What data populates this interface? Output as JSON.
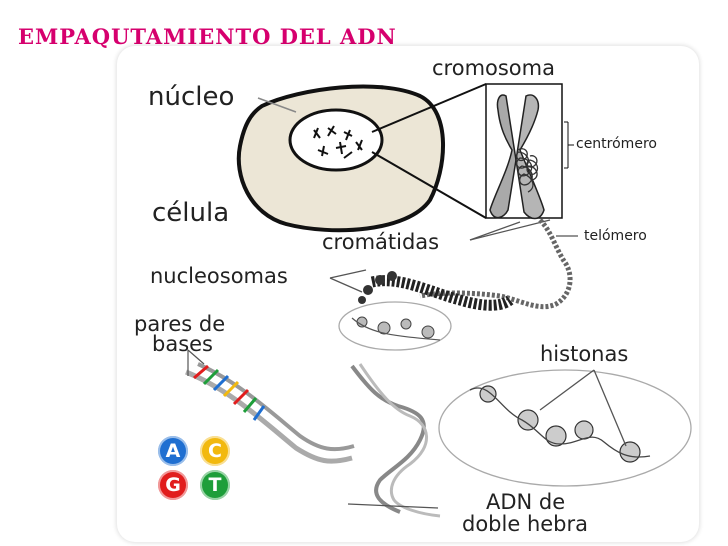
{
  "title": "EMPAQUTAMIENTO  DEL  ADN",
  "labels": {
    "nucleo": "núcleo",
    "celula": "célula",
    "cromosoma": "cromosoma",
    "centromero": "centrómero",
    "cromatidas": "cromátidas",
    "telomero": "telómero",
    "nucleosomas": "nucleosomas",
    "pares_line1": "pares de",
    "pares_line2": "bases",
    "histonas": "histonas",
    "adn_line1": "ADN de",
    "adn_line2": "doble hebra"
  },
  "bases": [
    {
      "letter": "A",
      "color": "#1f6fd1"
    },
    {
      "letter": "C",
      "color": "#f2b90f"
    },
    {
      "letter": "G",
      "color": "#e11d1d"
    },
    {
      "letter": "T",
      "color": "#1e9e3a"
    }
  ],
  "colors": {
    "title": "#d6006e",
    "cell": "#ece6d6",
    "chromosome": "#a9a9a9"
  }
}
